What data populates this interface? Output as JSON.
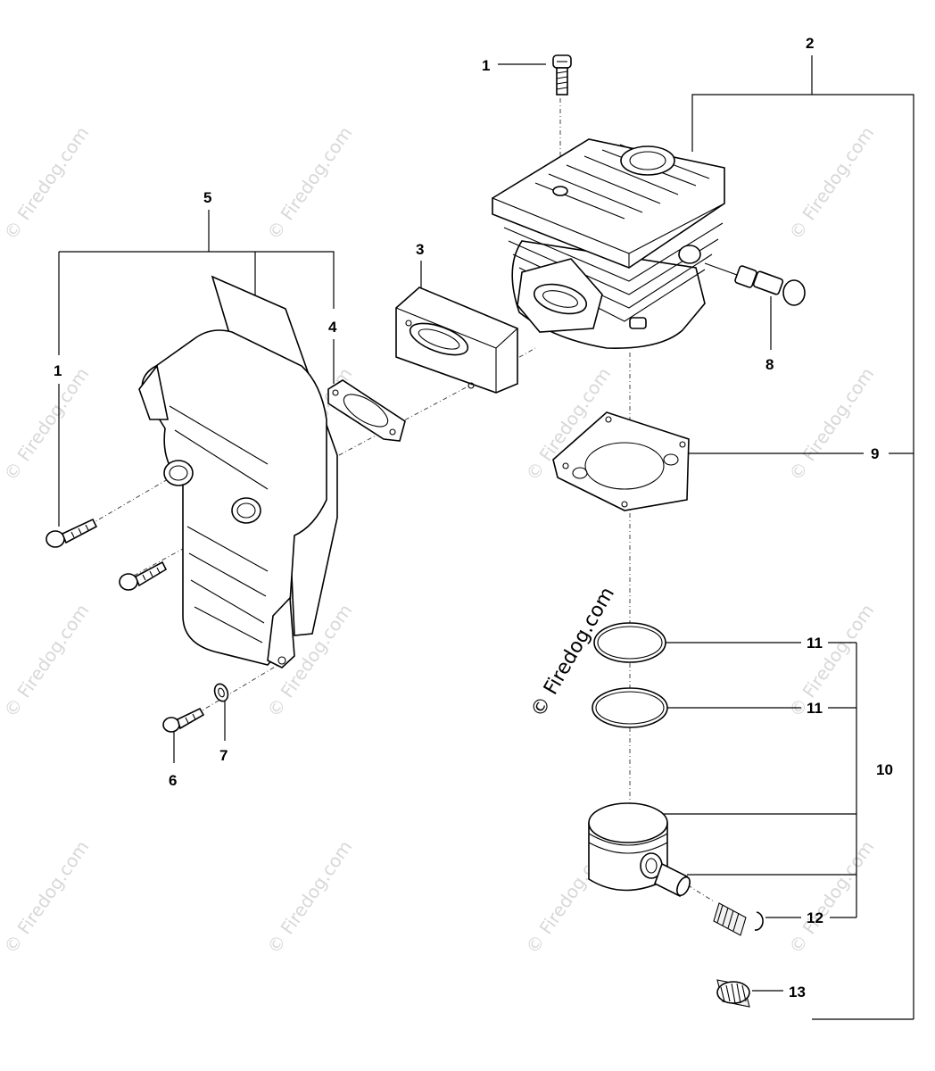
{
  "callouts": {
    "c1a": "1",
    "c1b": "1",
    "c2": "2",
    "c3": "3",
    "c4": "4",
    "c5": "5",
    "c6": "6",
    "c7": "7",
    "c8": "8",
    "c9": "9",
    "c10": "10",
    "c11a": "11",
    "c11b": "11",
    "c12": "12",
    "c13": "13"
  },
  "watermark": {
    "text": "© Firedog.com",
    "center_text": "© Firedog.com"
  },
  "colors": {
    "ink": "#000000",
    "watermark": "#d8d8d8",
    "background": "#ffffff"
  }
}
